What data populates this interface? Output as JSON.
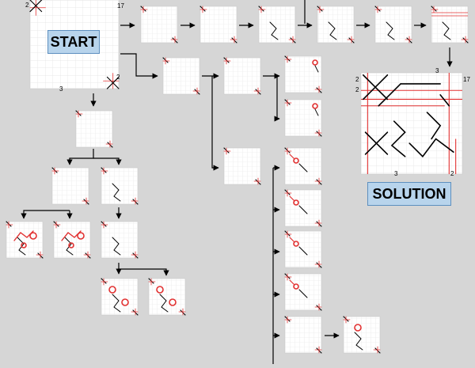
{
  "labels": {
    "start": "START",
    "solution": "SOLUTION"
  },
  "start_numbers": {
    "top_left": "2",
    "top_right": "17",
    "bottom_left": "3",
    "bottom_right": "2"
  },
  "solution_numbers": {
    "top_left": "2",
    "top_mid": "3",
    "top_right": "17",
    "mid_left": "2",
    "bottom_mid": "3",
    "bottom_right": "2"
  },
  "colors": {
    "background": "#d6d6d6",
    "grid": "#e2e2e2",
    "wall": "#000000",
    "red_line": "#e23030",
    "badge_fill": "#b8d4ec"
  }
}
